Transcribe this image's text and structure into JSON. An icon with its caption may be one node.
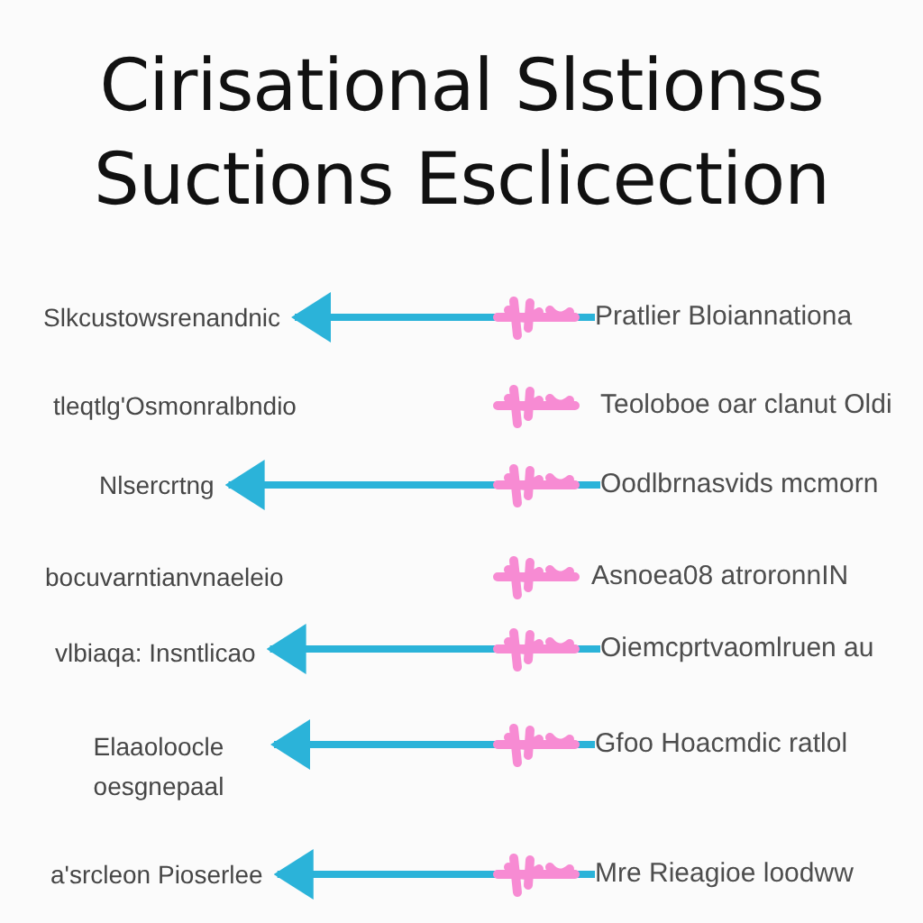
{
  "diagram": {
    "title": "Cirisational Slstionss Suctions Esclicection",
    "nodes": [
      {
        "text": [
          "Slkcustowsrenandnic"
        ]
      },
      {
        "text": [
          "tleqtlg'Osmonralbndio"
        ]
      },
      {
        "text": [
          "Nlsercrtng"
        ]
      },
      {
        "text": [
          "bocuvarntianvnaeleio"
        ]
      },
      {
        "text": [
          "vlbiaqa: Insntlicao"
        ]
      },
      {
        "text": [
          "Elaaoloocle oesgnepaal"
        ]
      },
      {
        "text": [
          "a'srcleon Pioserlee"
        ]
      },
      {
        "text": [
          "Pratlier Bloiannationa"
        ]
      },
      {
        "text": [
          "Teoloboe oar clanut Oldi"
        ]
      },
      {
        "text": [
          "Oodlbrnasvids mcmorn"
        ]
      },
      {
        "text": [
          "Asnoea08 atroronnIN"
        ]
      },
      {
        "text": [
          "Oiemcprtvaomlruen au"
        ]
      },
      {
        "text": [
          "Gfoo Hoacmdic ratlol"
        ]
      },
      {
        "text": [
          "Mre Rieagioe loodww"
        ]
      }
    ],
    "edges": [
      {
        "from": 7,
        "to": 0,
        "arrow": "to"
      },
      {
        "from": 9,
        "to": 2,
        "arrow": "to"
      },
      {
        "from": 11,
        "to": 4,
        "arrow": "to"
      },
      {
        "from": 12,
        "to": 5,
        "arrow": "to"
      },
      {
        "from": 13,
        "to": 6,
        "arrow": "to"
      }
    ]
  }
}
